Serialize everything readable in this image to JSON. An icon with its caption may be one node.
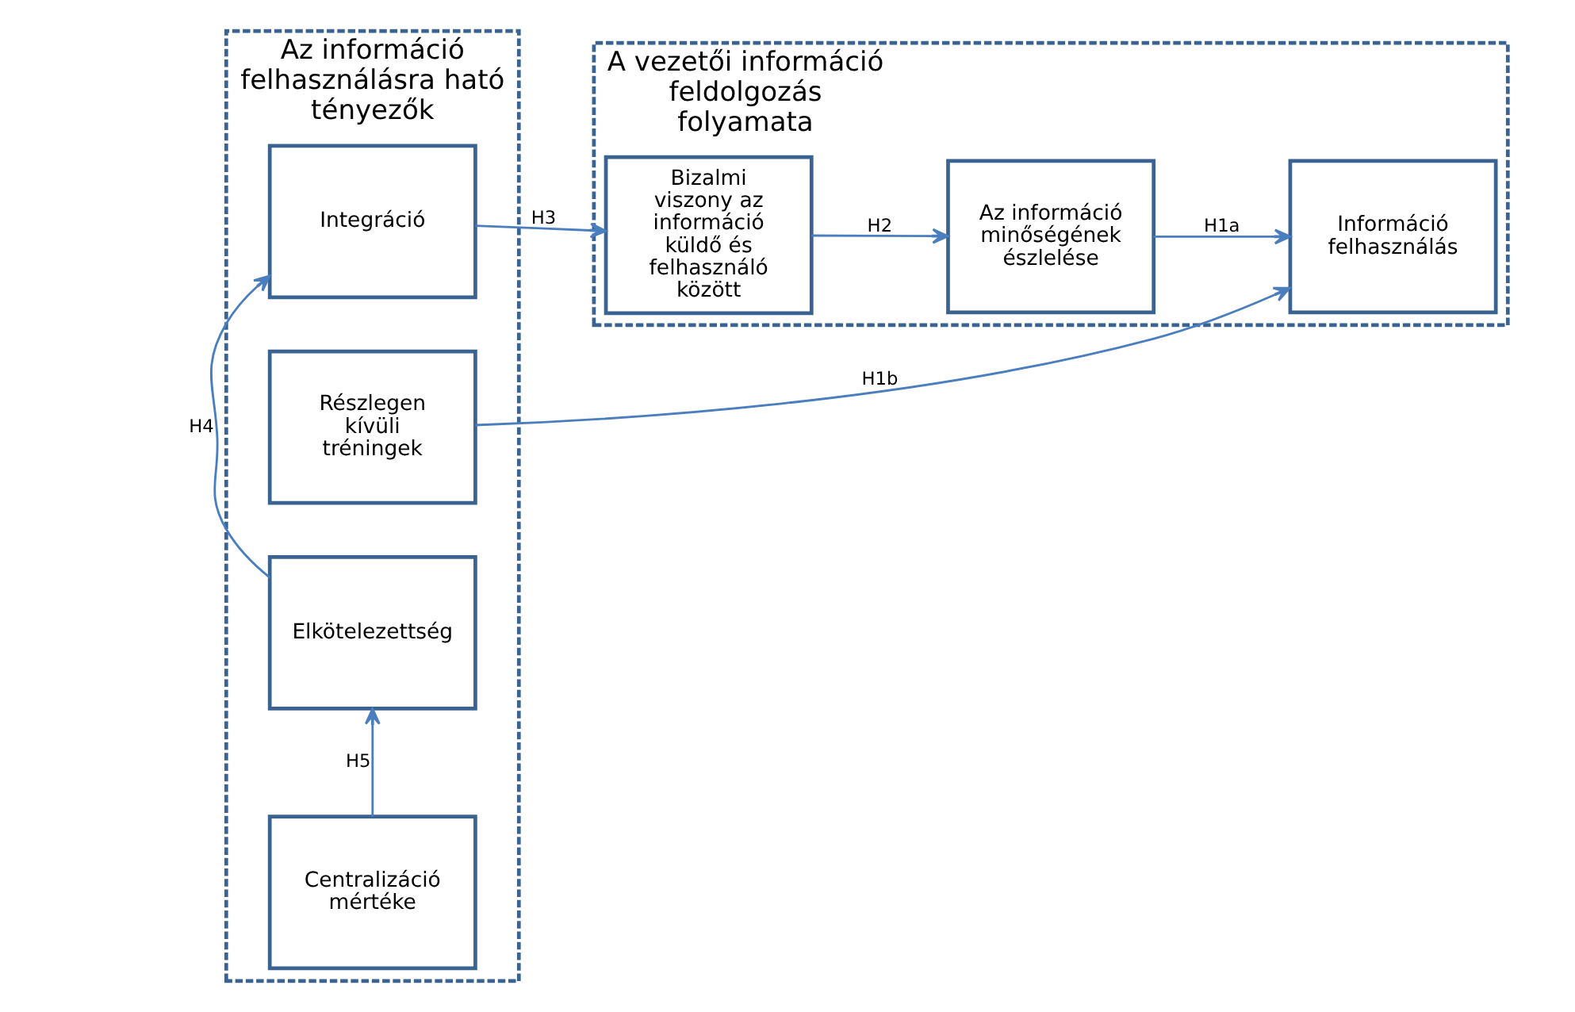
{
  "diagram": {
    "nodes": [
      {
        "text": [
          "Az információ felhasználásra ható tényezők"
        ]
      },
      {
        "text": [
          "Részlegen kívüli tréningek"
        ],
        "in": 0
      },
      {
        "text": [
          "Integráció"
        ],
        "in": 0
      },
      {
        "text": [
          "Elkötelezettség"
        ],
        "in": 0
      },
      {
        "text": [
          "Centralizáció mértéke"
        ],
        "in": 0
      },
      {
        "text": [
          "A vezetői információ feldolgozás folyamata"
        ]
      },
      {
        "text": [
          "Bizalmi viszony az információ küldő és felhasználó között"
        ],
        "in": 5
      },
      {
        "text": [
          "Az információ minőségének észlelése"
        ],
        "in": 5
      },
      {
        "text": [
          "Információ felhasználás"
        ],
        "in": 5
      }
    ],
    "edges": [
      {
        "from": 1,
        "to": 8,
        "arrow": "to",
        "label": "H1b"
      },
      {
        "from": 2,
        "to": 6,
        "arrow": "to",
        "label": "H3"
      },
      {
        "from": 3,
        "to": 2,
        "arrow": "to",
        "label": "H4"
      },
      {
        "from": 4,
        "to": 3,
        "arrow": "to",
        "label": "H5"
      },
      {
        "from": 6,
        "to": 7,
        "arrow": "to",
        "label": "H2"
      },
      {
        "from": 7,
        "to": 8,
        "arrow": "to",
        "label": "H1a"
      }
    ]
  }
}
